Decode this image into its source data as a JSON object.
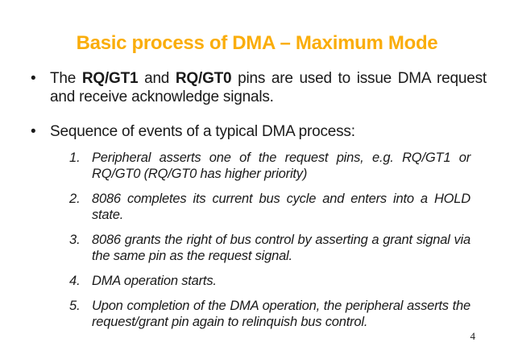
{
  "slide": {
    "title": "Basic process of DMA – Maximum Mode",
    "title_color": "#FAAD0A",
    "page_number": "4",
    "bullet_glyph": "•",
    "bullet1": {
      "seg_pre": "The ",
      "seg_bold1": "RQ/GT1",
      "seg_mid": " and ",
      "seg_bold2": "RQ/GT0",
      "seg_post": " pins are used to issue DMA request and receive acknowledge signals."
    },
    "bullet2": "Sequence of events of a typical DMA process:",
    "steps": [
      {
        "num": "1.",
        "text": "Peripheral asserts one of the request pins, e.g. RQ/GT1 or RQ/GT0 (RQ/GT0 has higher priority)"
      },
      {
        "num": "2.",
        "text": "8086 completes its current bus cycle and enters into a HOLD state."
      },
      {
        "num": "3.",
        "text": "8086 grants the right of bus control by asserting a grant signal via the same pin as the request signal."
      },
      {
        "num": "4.",
        "text": "DMA operation starts."
      },
      {
        "num": "5.",
        "text": "Upon completion of the DMA operation, the peripheral asserts the request/grant pin again to relinquish bus control."
      }
    ]
  }
}
